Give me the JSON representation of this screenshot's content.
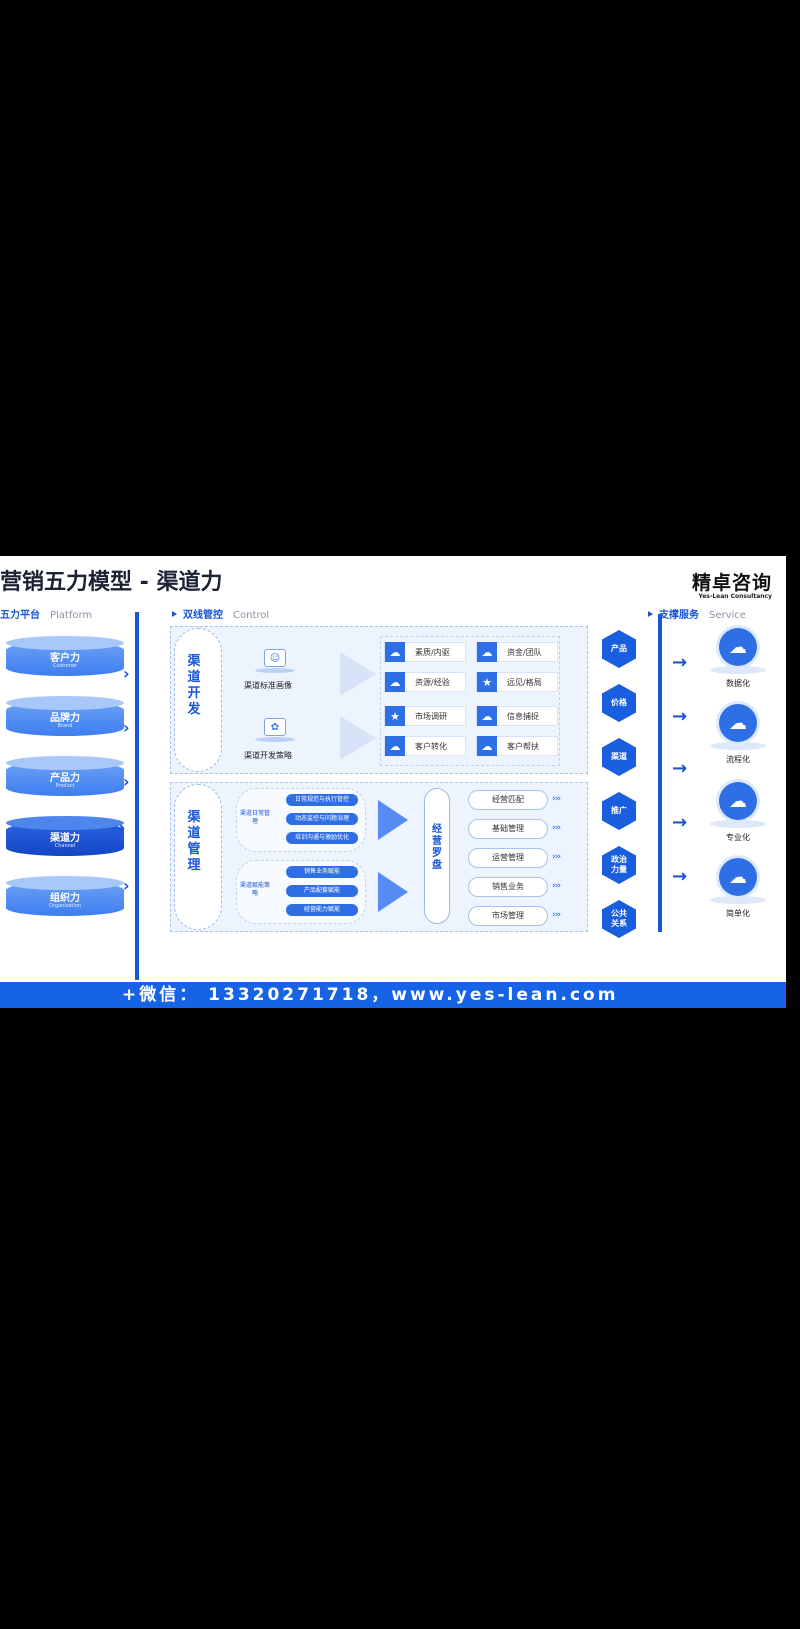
{
  "title": "营销五力模型 - 渠道力",
  "logo": {
    "main": "精卓咨询",
    "sub": "Yes-Lean Consultancy"
  },
  "sections": {
    "platform": {
      "label": "五力平台",
      "en": "Platform"
    },
    "control": {
      "label": "双线管控",
      "en": "Control"
    },
    "service": {
      "label": "支撑服务",
      "en": "Service"
    }
  },
  "platforms": [
    {
      "label": "客户力",
      "en": "Customer"
    },
    {
      "label": "品牌力",
      "en": "Brand"
    },
    {
      "label": "产品力",
      "en": "Product"
    },
    {
      "label": "渠道力",
      "en": "Channel"
    },
    {
      "label": "组织力",
      "en": "Organization"
    }
  ],
  "development": {
    "label": "渠道开发",
    "items": [
      "渠道标准画像",
      "渠道开发策略"
    ],
    "tiles": [
      {
        "text": "素质/内驱",
        "icon": "cloud-icon"
      },
      {
        "text": "资金/团队",
        "icon": "cloud-icon"
      },
      {
        "text": "资源/经验",
        "icon": "cloud-icon"
      },
      {
        "text": "远见/格局",
        "icon": "star-icon"
      },
      {
        "text": "市场调研",
        "icon": "star-icon"
      },
      {
        "text": "信息捕捉",
        "icon": "cloud-icon"
      },
      {
        "text": "客户转化",
        "icon": "cloud-icon"
      },
      {
        "text": "客户帮扶",
        "icon": "cloud-icon"
      }
    ]
  },
  "management": {
    "label": "渠道管理",
    "groups": [
      {
        "label": "渠道日常管理",
        "pills": [
          "日常规范与执行管控",
          "动态监控与问题治理",
          "培训沟通与激励优化"
        ]
      },
      {
        "label": "渠道赋能策略",
        "pills": [
          "销售业务赋能",
          "产品配套赋能",
          "经营能力赋能"
        ]
      }
    ],
    "compass": "经营罗盘",
    "caps": [
      "经营匹配",
      "基础管理",
      "运营管理",
      "销售业务",
      "市场管理"
    ]
  },
  "hexes": [
    "产品",
    "价格",
    "渠道",
    "推广",
    "政治力量",
    "公共关系"
  ],
  "services": [
    "数据化",
    "流程化",
    "专业化",
    "简单化"
  ],
  "footer": "+微信： 13320271718，www.yes-lean.com",
  "colors": {
    "primary": "#1a56d6",
    "panel": "#eef4fe",
    "footer": "#1763e6"
  }
}
